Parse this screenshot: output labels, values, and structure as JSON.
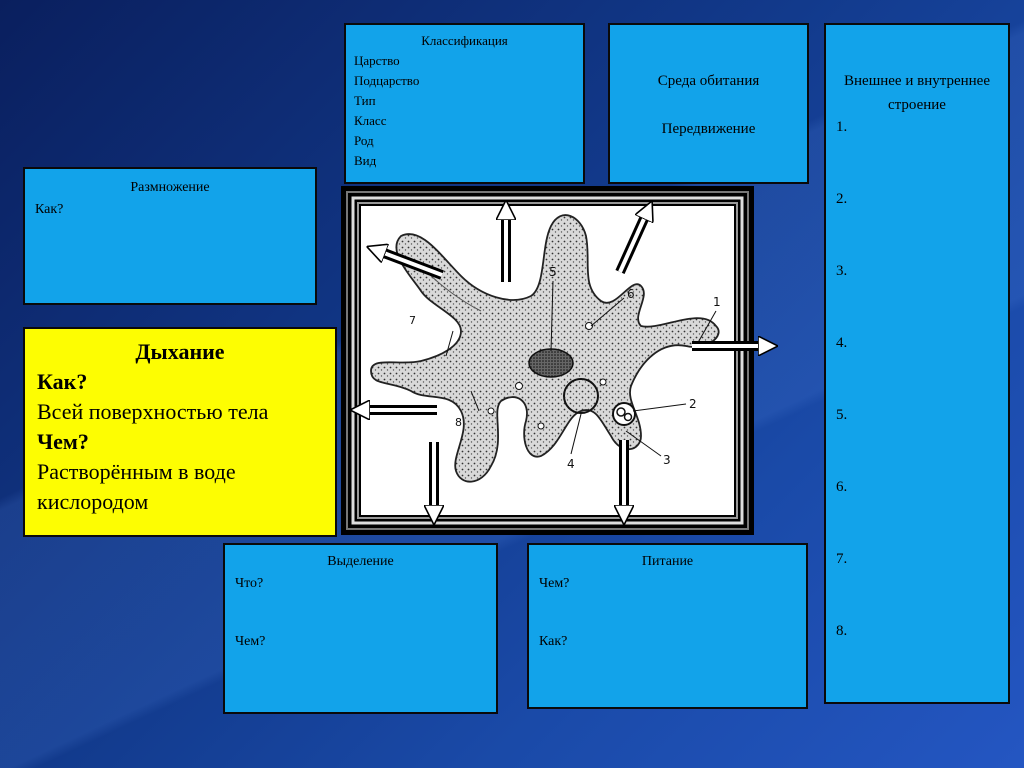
{
  "classification": {
    "title": "Классификация",
    "lines": [
      "Царство",
      "Подцарство",
      "Тип",
      "Класс",
      "Род",
      "Вид"
    ]
  },
  "habitat": {
    "line1": "Среда обитания",
    "line2": "Передвижение"
  },
  "structure": {
    "title": "Внешнее и внутреннее строение",
    "items": [
      "1.",
      "2.",
      "3.",
      "4.",
      "5.",
      "6.",
      "7.",
      "8."
    ]
  },
  "reproduction": {
    "title": "Размножение",
    "question": "Как?"
  },
  "breathing": {
    "title": "Дыхание",
    "q1": "Как?",
    "a1": "Всей поверхностью тела",
    "q2": "Чем?",
    "a2": "Растворённым в воде кислородом"
  },
  "excretion": {
    "title": "Выделение",
    "q1": "Что?",
    "q2": "Чем?"
  },
  "nutrition": {
    "title": "Питание",
    "q1": "Чем?",
    "q2": "Как?"
  },
  "diagram_labels": {
    "n1": "1",
    "n2": "2",
    "n3": "3",
    "n4": "4",
    "n5": "5",
    "n6": "6",
    "n7": "7",
    "n8": "8"
  }
}
